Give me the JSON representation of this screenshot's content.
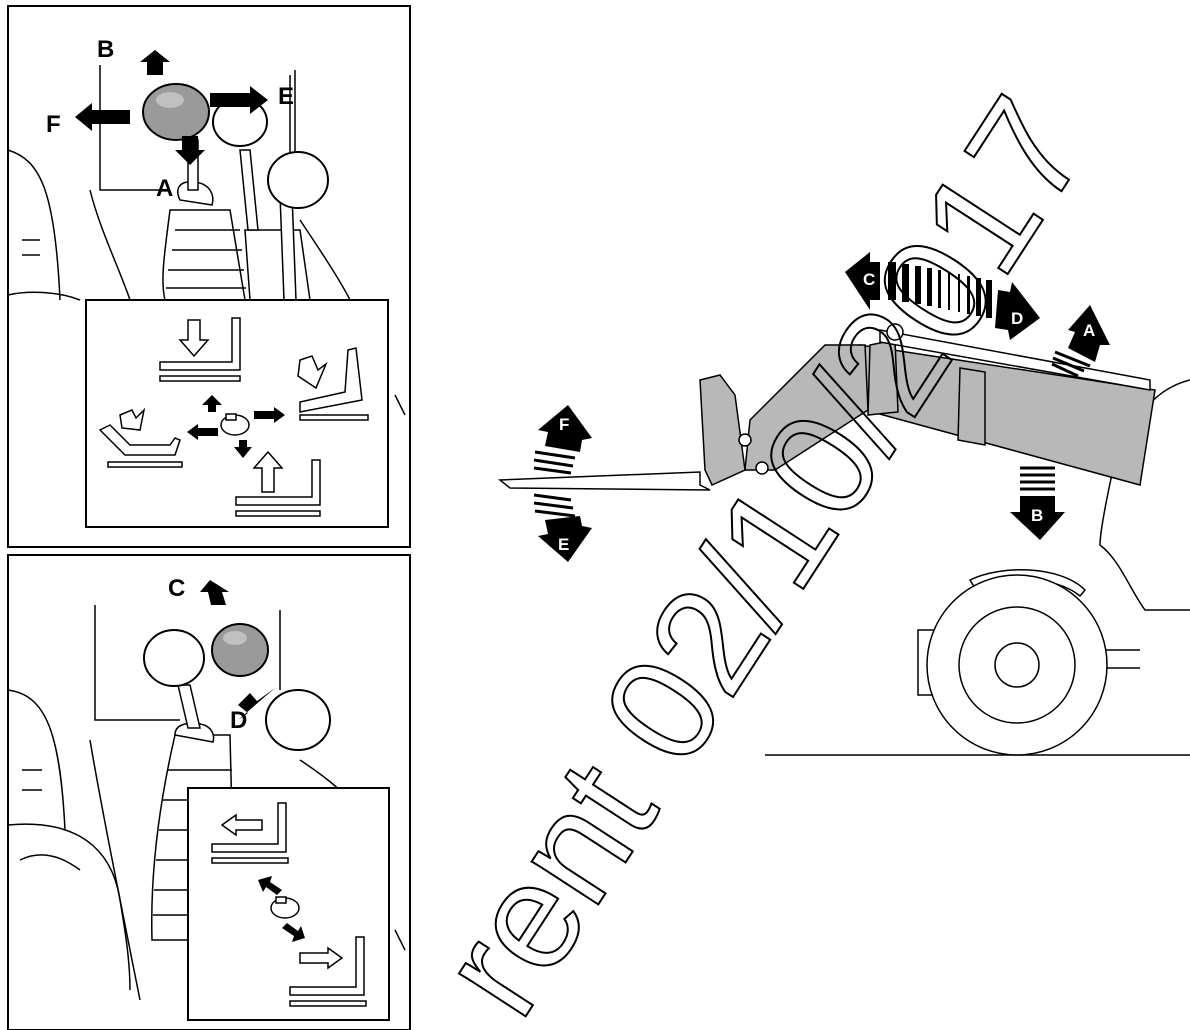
{
  "joystick_panel": {
    "labels": {
      "a": "A",
      "b": "B",
      "e": "E",
      "f": "F"
    }
  },
  "telescope_panel": {
    "labels": {
      "c": "C",
      "d": "D"
    }
  },
  "machine": {
    "arrows": {
      "a": "A",
      "b": "B",
      "c": "C",
      "d": "D",
      "e": "E",
      "f": "F"
    }
  },
  "watermark": {
    "text": "rent 02/10/2017"
  },
  "colors": {
    "line": "#000000",
    "boom_fill": "#b8b8b8",
    "knob_dark": "#9a9a9a",
    "knob_light": "#ffffff"
  }
}
